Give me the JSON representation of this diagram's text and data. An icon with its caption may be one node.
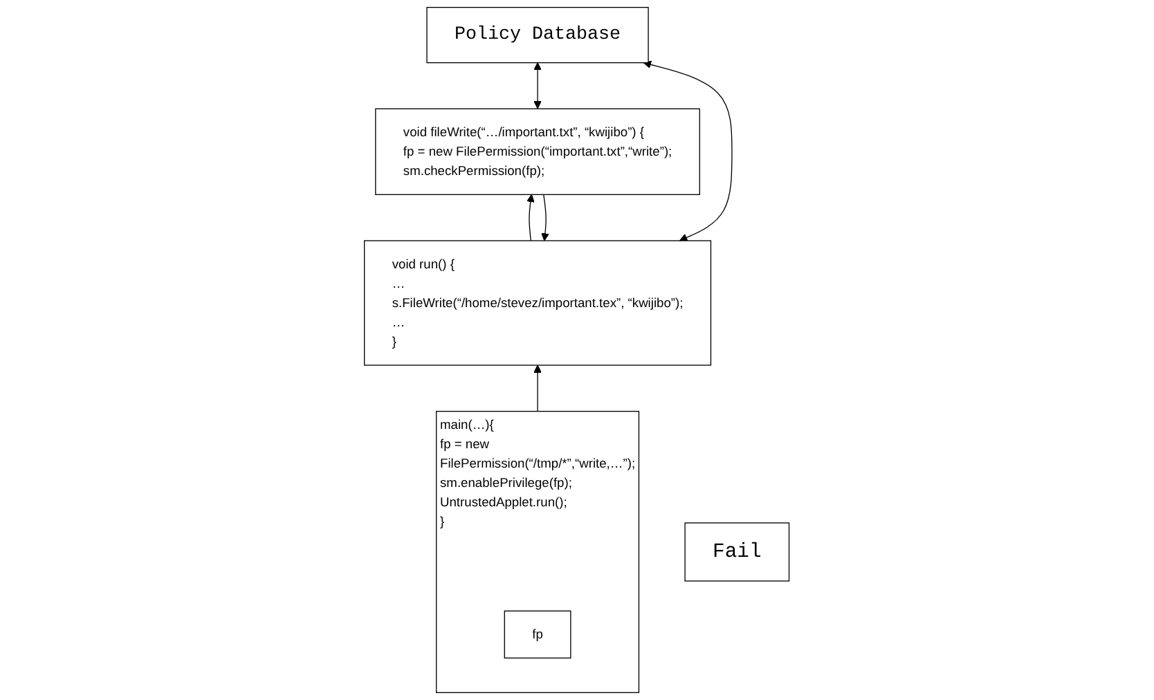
{
  "diagram": {
    "nodes": [
      {
        "text": [
          "void fileWrite(“…/important.txt”, “kwijibo”) {",
          "fp = new FilePermission(“important.txt”,“write”);",
          "sm.checkPermission(fp);"
        ]
      },
      {
        "text": [
          "void run() {",
          "…",
          "s.FileWrite(“/home/stevez/important.tex”,  “kwijibo”);",
          "…",
          "}"
        ]
      },
      {
        "text": [
          "main(…){",
          "fp = new FilePermission(“/tmp/*”,“write,…”);",
          "sm.enablePrivilege(fp);",
          "UntrustedApplet.run();",
          "}"
        ]
      },
      {
        "text": [
          "fp"
        ],
        "in": 2
      },
      {
        "text": [
          "Fail"
        ]
      },
      {
        "text": [
          "Policy Database"
        ]
      }
    ],
    "edges": [
      {
        "from": 2,
        "to": 1,
        "arrow": "to"
      },
      {
        "from": 1,
        "to": 0,
        "arrow": "to"
      },
      {
        "from": 0,
        "to": 5,
        "arrow": "both"
      },
      {
        "from": 0,
        "to": 1,
        "arrow": "to"
      },
      {
        "from": 1,
        "to": 5,
        "arrow": "both"
      }
    ]
  }
}
